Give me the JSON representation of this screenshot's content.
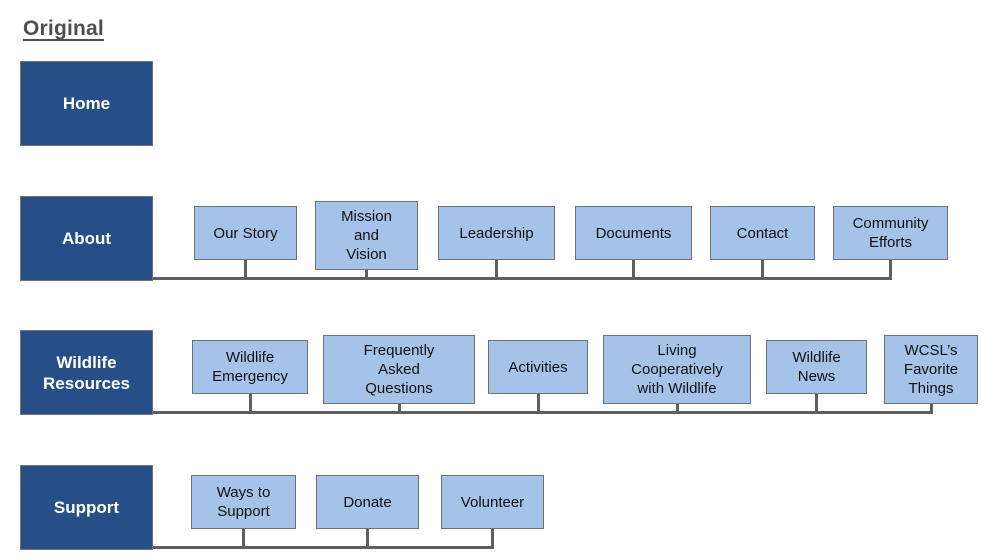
{
  "title": "Original",
  "colors": {
    "parent_fill": "#274e87",
    "parent_text": "#ffffff",
    "child_fill": "#a5c3e8",
    "child_text": "#111111",
    "box_border": "#707070",
    "connector": "#5f5f5f",
    "title_text": "#4f4f4f",
    "background": "#ffffff"
  },
  "rows": [
    {
      "label": "Home",
      "children": []
    },
    {
      "label": "About",
      "children": [
        {
          "label": "Our Story"
        },
        {
          "label": "Mission\nand\nVision"
        },
        {
          "label": "Leadership"
        },
        {
          "label": "Documents"
        },
        {
          "label": "Contact"
        },
        {
          "label": "Community\nEfforts"
        }
      ]
    },
    {
      "label": "Wildlife Resources",
      "children": [
        {
          "label": "Wildlife\nEmergency"
        },
        {
          "label": "Frequently\nAsked\nQuestions"
        },
        {
          "label": "Activities"
        },
        {
          "label": "Living\nCooperatively\nwith Wildlife"
        },
        {
          "label": "Wildlife\nNews"
        },
        {
          "label": "WCSL’s\nFavorite\nThings"
        }
      ]
    },
    {
      "label": "Support",
      "children": [
        {
          "label": "Ways to\nSupport"
        },
        {
          "label": "Donate"
        },
        {
          "label": "Volunteer"
        }
      ]
    }
  ]
}
